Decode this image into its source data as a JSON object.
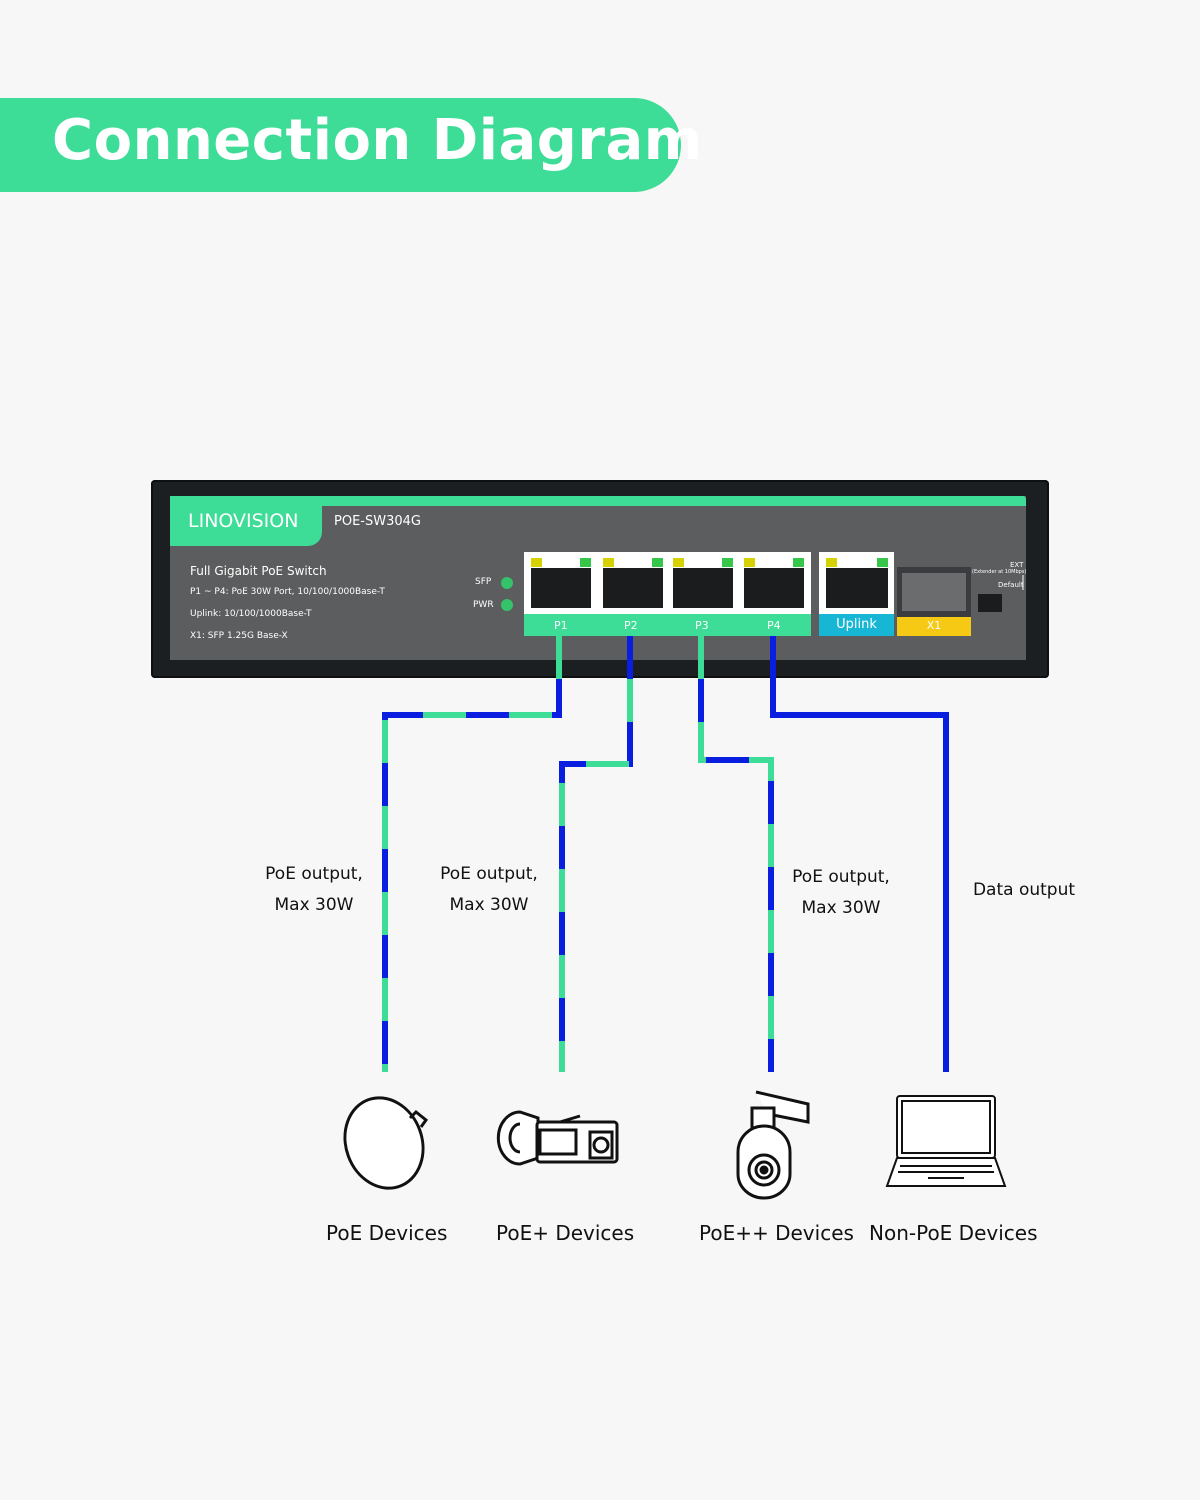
{
  "header": {
    "title": "Connection Diagram"
  },
  "colors": {
    "accent": "#3ddc97",
    "cable_blue": "#0a1ee0",
    "uplink": "#16b6d4",
    "sfp": "#f6c915"
  },
  "switch": {
    "brand": "LINOVISION",
    "model": "POE-SW304G",
    "specs": [
      "Full Gigabit PoE Switch",
      "P1 ~ P4: PoE 30W Port, 10/100/1000Base-T",
      "Uplink: 10/100/1000Base-T",
      "X1: SFP 1.25G Base-X"
    ],
    "leds": [
      "SFP",
      "PWR"
    ],
    "ports": [
      "P1",
      "P2",
      "P3",
      "P4"
    ],
    "uplink_label": "Uplink",
    "sfp_label": "X1",
    "ext_label": "EXT",
    "ext_note": "(Extender at 10Mbps)",
    "default_label": "Default"
  },
  "connections": [
    {
      "line1": "PoE output,",
      "line2": "Max 30W"
    },
    {
      "line1": "PoE output,",
      "line2": "Max 30W"
    },
    {
      "line1": "PoE output,",
      "line2": "Max 30W"
    },
    {
      "line1": "Data output"
    }
  ],
  "devices": [
    {
      "label": "PoE Devices",
      "icon": "access-point-icon"
    },
    {
      "label": "PoE+ Devices",
      "icon": "bullet-camera-icon"
    },
    {
      "label": "PoE++ Devices",
      "icon": "ptz-camera-icon"
    },
    {
      "label": "Non-PoE Devices",
      "icon": "laptop-icon"
    }
  ]
}
